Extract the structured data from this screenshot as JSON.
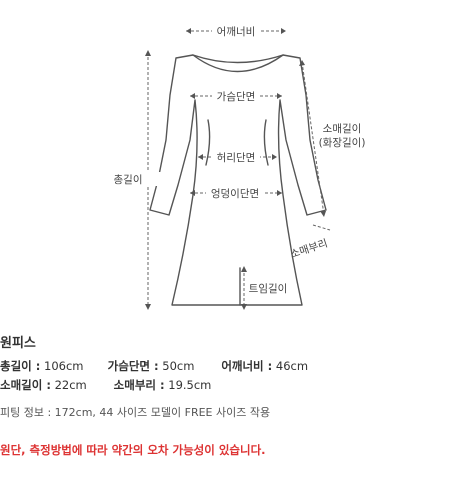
{
  "diagram": {
    "shoulder_label": "어깨너비",
    "chest_label": "가슴단면",
    "waist_label": "허리단면",
    "hip_label": "엉덩이단면",
    "total_length_label": "총길이",
    "sleeve_length_label_1": "소매길이",
    "sleeve_length_label_2": "(화장길이)",
    "cuff_label": "소매부리",
    "slit_label": "트임길이"
  },
  "product": {
    "name": "원피스",
    "row1": [
      {
        "label": "총길이 :",
        "value": "106cm"
      },
      {
        "label": "가슴단면 :",
        "value": "50cm"
      },
      {
        "label": "어깨너비 :",
        "value": "46cm"
      }
    ],
    "row2": [
      {
        "label": "소매길이 :",
        "value": "22cm"
      },
      {
        "label": "소매부리 :",
        "value": "19.5cm"
      }
    ],
    "fitting": "피팅 정보 : 172cm, 44 사이즈 모델이 FREE 사이즈 작용",
    "notice": "원단, 측정방법에 따라 약간의 오차 가능성이 있습니다."
  },
  "colors": {
    "notice": "#dd3333",
    "outline": "#555555"
  }
}
